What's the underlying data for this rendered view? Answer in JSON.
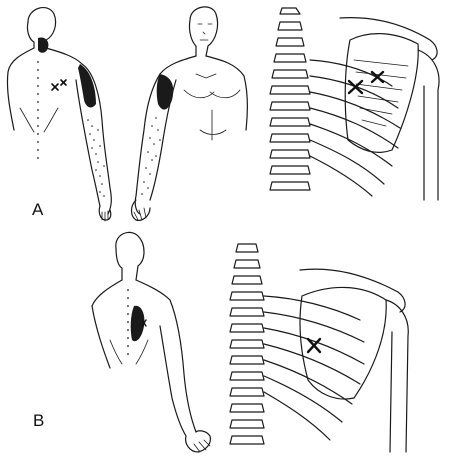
{
  "panels": [
    {
      "id": "A",
      "label": "A"
    },
    {
      "id": "B",
      "label": "B"
    }
  ],
  "colors": {
    "ink": "#1a1a1a",
    "background": "#ffffff"
  }
}
